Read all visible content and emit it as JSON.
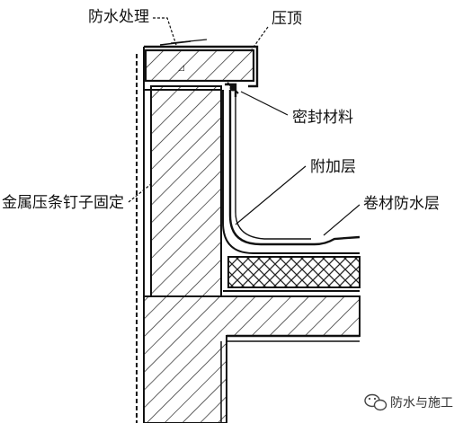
{
  "labels": {
    "waterproof_treatment": "防水处理",
    "coping": "压顶",
    "sealing_material": "密封材料",
    "additional_layer": "附加层",
    "metal_strip_nail_fix": "金属压条钉子固定",
    "membrane_waterproof_layer": "卷材防水层"
  },
  "watermark": {
    "text": "防水与施工",
    "icon": "wechat-logo-icon"
  },
  "colors": {
    "ink": "#111111",
    "paper": "#ffffff"
  }
}
